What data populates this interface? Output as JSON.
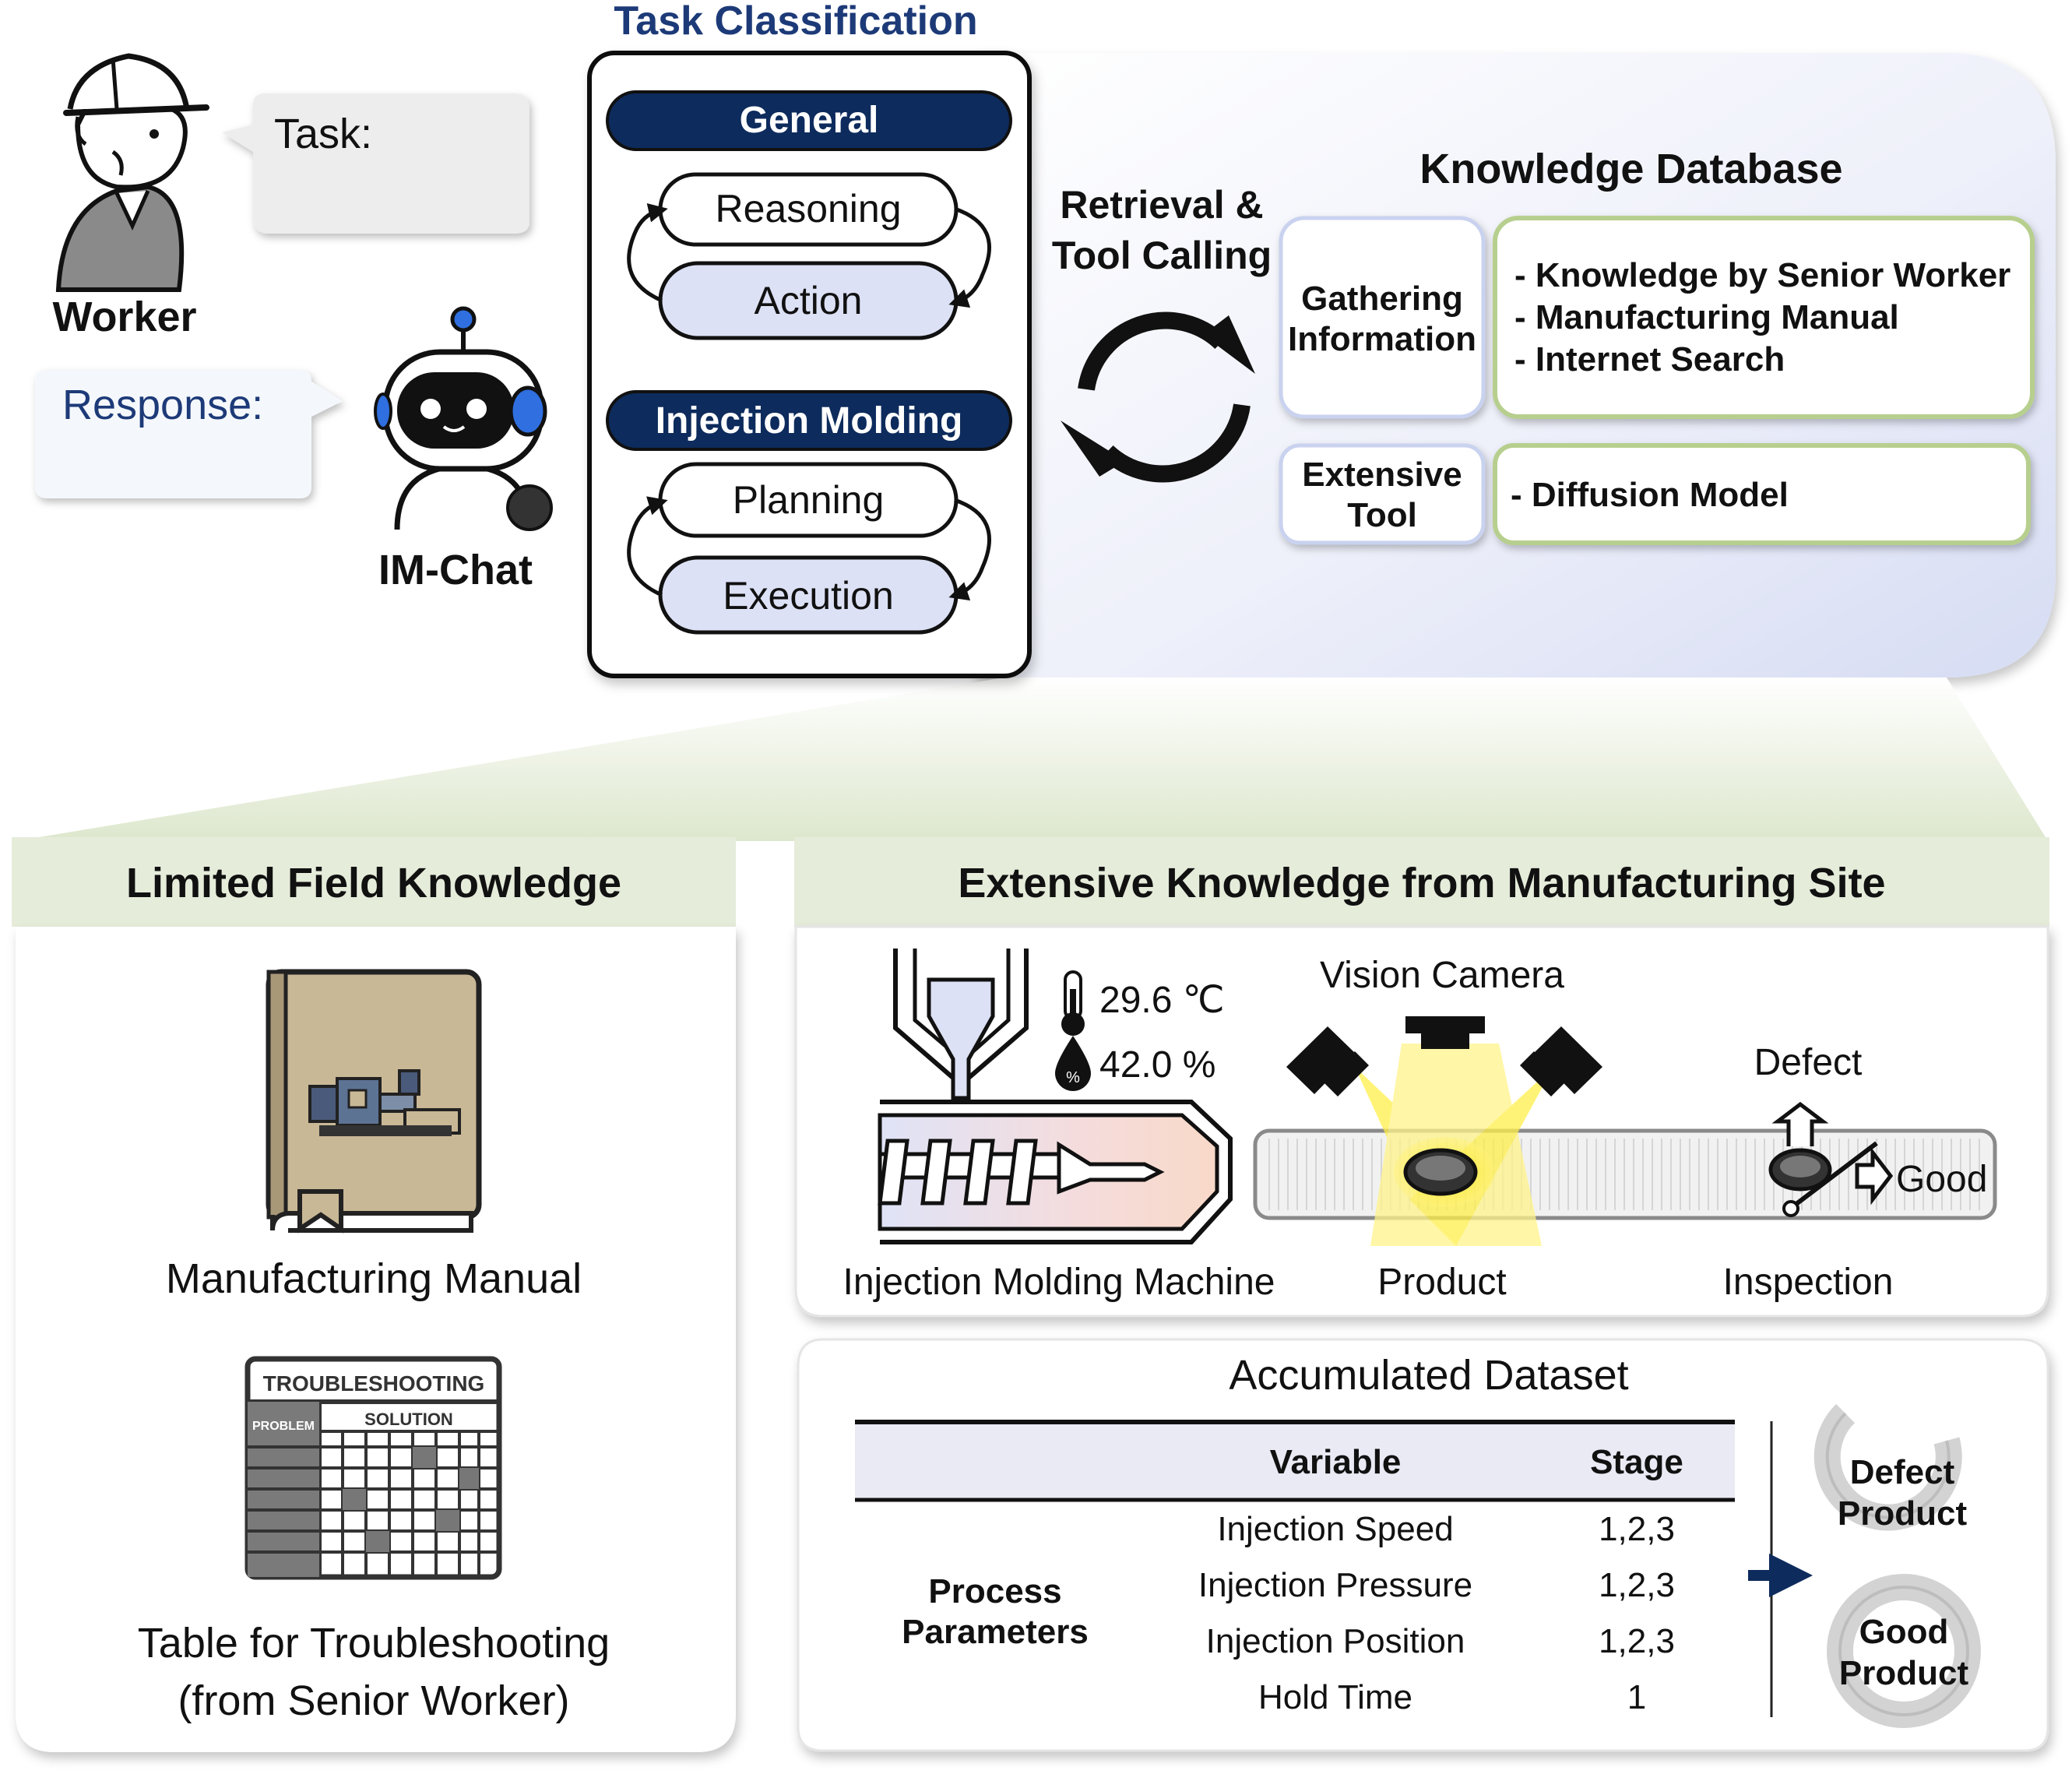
{
  "top": {
    "worker_label": "Worker",
    "task_bubble": "Task:",
    "response_bubble": "Response:",
    "robot_label": "IM-Chat",
    "task_classification": {
      "title": "Task Classification",
      "general": {
        "header": "General",
        "items": [
          "Reasoning",
          "Action"
        ]
      },
      "injection": {
        "header": "Injection Molding",
        "items": [
          "Planning",
          "Execution"
        ]
      }
    },
    "retrieval": {
      "line1": "Retrieval &",
      "line2": "Tool Calling"
    },
    "knowledge_db": {
      "title": "Knowledge Database",
      "gathering": {
        "label_line1": "Gathering",
        "label_line2": "Information",
        "items": [
          "- Knowledge by Senior Worker",
          "- Manufacturing Manual",
          "- Internet Search"
        ]
      },
      "tool": {
        "label_line1": "Extensive",
        "label_line2": "Tool",
        "items": [
          "- Diffusion Model"
        ]
      }
    }
  },
  "bottom_left": {
    "title": "Limited Field Knowledge",
    "manual_label": "Manufacturing Manual",
    "troubleshoot_header": "TROUBLESHOOTING",
    "troubleshoot_col1": "PROBLEM",
    "troubleshoot_col2": "SOLUTION",
    "table_label_line1": "Table for Troubleshooting",
    "table_label_line2": "(from Senior Worker)"
  },
  "bottom_right": {
    "title": "Extensive Knowledge from Manufacturing Site",
    "site": {
      "temperature": "29.6 ℃",
      "humidity": "42.0 %",
      "humidity_icon_text": "%",
      "vision_camera": "Vision Camera",
      "defect": "Defect",
      "good": "Good",
      "machine_label": "Injection Molding Machine",
      "product_label": "Product",
      "inspection_label": "Inspection"
    },
    "dataset": {
      "title": "Accumulated Dataset",
      "headers": [
        "Variable",
        "Stage"
      ],
      "group_line1": "Process",
      "group_line2": "Parameters",
      "rows": [
        [
          "Injection Speed",
          "1,2,3"
        ],
        [
          "Injection Pressure",
          "1,2,3"
        ],
        [
          "Injection Position",
          "1,2,3"
        ],
        [
          "Hold Time",
          "1"
        ]
      ],
      "defect_line1": "Defect",
      "defect_line2": "Product",
      "good_line1": "Good",
      "good_line2": "Product"
    }
  },
  "colors": {
    "navy": "#0d2b5c",
    "lavender": "#dde1f5",
    "green_border": "#b7cf8e",
    "band": "#e5ecda",
    "cone": "#dfe8cf",
    "title_blue": "#1d3a78"
  }
}
